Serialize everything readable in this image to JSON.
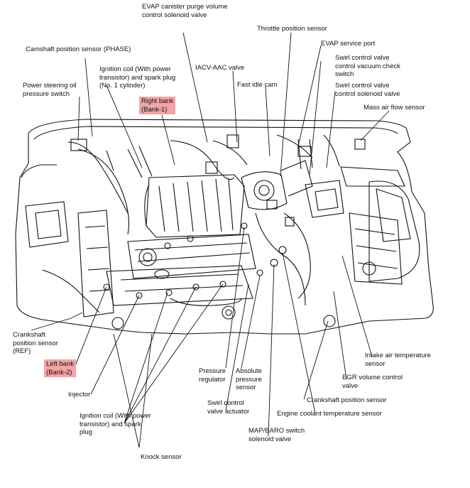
{
  "colors": {
    "ink": "#111111",
    "highlight": "#f4a3a6",
    "background": "#ffffff"
  },
  "labels": {
    "evap_purge": "EVAP canister purge volume\ncontrol solenoid valve",
    "throttle_position": "Throttle position sensor",
    "camshaft_position": "Camshaft position sensor (PHASE)",
    "evap_service_port": "EVAP service port",
    "swirl_vacuum_check": "Swirl control valve\ncontrol vacuum check\nswitch",
    "ignition_coil_top": "Ignition coil (With power\ntransistor) and spark plug\n(No. 1 cylinder)",
    "iacv_aac": "IACV-AAC valve",
    "power_steering": "Power steering oil\npressure switch",
    "fast_idle_cam": "Fast idle cam",
    "swirl_solenoid": "Swirl control valve\ncontrol solenoid valve",
    "right_bank": "Right bank\n(Bank-1)",
    "mass_air_flow": "Mass air flow sensor",
    "crankshaft_ref": "Crankshaft\nposition sensor\n(REF)",
    "left_bank": "Left bank\n(Bank-2)",
    "injector": "Injector",
    "pressure_regulator": "Pressure\nregulator",
    "absolute_pressure": "Absolute\npressure\nsensor",
    "intake_air_temp": "Intake air temperature\nsensor",
    "egr_volume": "EGR volume control\nvalve",
    "crankshaft_position": "Crankshaft position sensor",
    "swirl_actuator": "Swirl control\nvalve actuator",
    "engine_coolant": "Engine coolant temperature sensor",
    "ignition_coil_bottom": "Ignition coil (With power\ntransistor) and spark\nplug",
    "map_baro": "MAP/BARO switch\nsolenoid valve",
    "knock_sensor": "Knock sensor"
  }
}
